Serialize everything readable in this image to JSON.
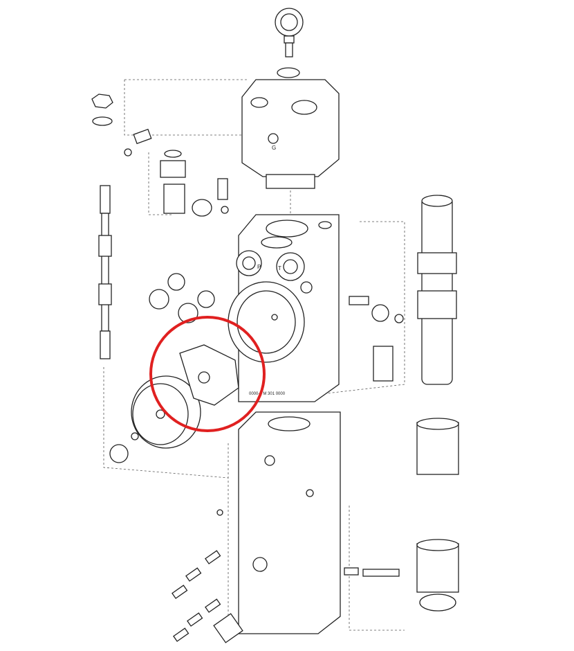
{
  "labels": {
    "port_p": "P",
    "port_t": "T",
    "port_g": "G",
    "part_number": "0000-0 M 301 0000"
  },
  "colors": {
    "highlight_circle": "#e02020",
    "line": "#222222"
  }
}
